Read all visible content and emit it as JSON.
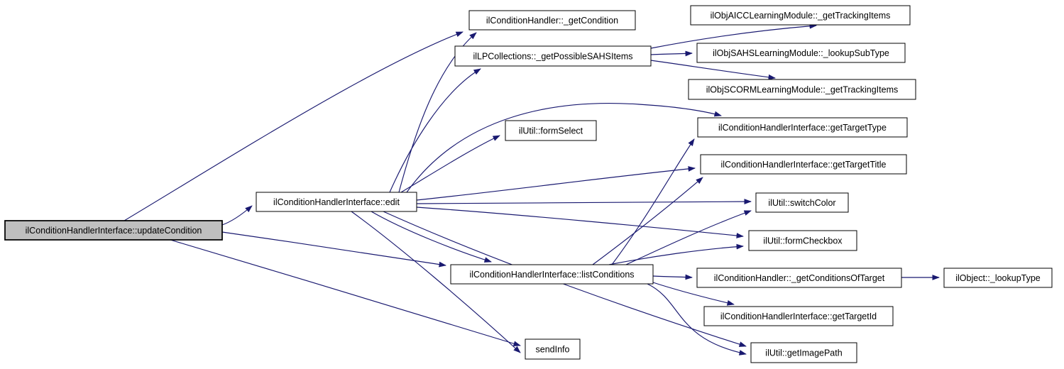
{
  "diagram": {
    "type": "call-graph",
    "root": "ilConditionHandlerInterface::updateCondition",
    "colors": {
      "edge": "#191970",
      "node_border": "#000000",
      "node_fill": "#ffffff",
      "root_fill": "#bfbfbf",
      "text": "#000000",
      "background": "#ffffff"
    },
    "nodes": {
      "updateCondition": {
        "label": "ilConditionHandlerInterface::updateCondition"
      },
      "edit": {
        "label": "ilConditionHandlerInterface::edit"
      },
      "getCondition": {
        "label": "ilConditionHandler::_getCondition"
      },
      "getPossibleSAHSItems": {
        "label": "ilLPCollections::_getPossibleSAHSItems"
      },
      "aiccGetTrackingItems": {
        "label": "ilObjAICCLearningModule::_getTrackingItems"
      },
      "sahsLookupSubType": {
        "label": "ilObjSAHSLearningModule::_lookupSubType"
      },
      "scormGetTrackingItems": {
        "label": "ilObjSCORMLearningModule::_getTrackingItems"
      },
      "formSelect": {
        "label": "ilUtil::formSelect"
      },
      "getTargetType": {
        "label": "ilConditionHandlerInterface::getTargetType"
      },
      "getTargetTitle": {
        "label": "ilConditionHandlerInterface::getTargetTitle"
      },
      "switchColor": {
        "label": "ilUtil::switchColor"
      },
      "formCheckbox": {
        "label": "ilUtil::formCheckbox"
      },
      "listConditions": {
        "label": "ilConditionHandlerInterface::listConditions"
      },
      "getConditionsOfTarget": {
        "label": "ilConditionHandler::_getConditionsOfTarget"
      },
      "lookupType": {
        "label": "ilObject::_lookupType"
      },
      "getTargetId": {
        "label": "ilConditionHandlerInterface::getTargetId"
      },
      "getImagePath": {
        "label": "ilUtil::getImagePath"
      },
      "sendInfo": {
        "label": "sendInfo"
      }
    },
    "edges": [
      {
        "from": "updateCondition",
        "to": "getCondition"
      },
      {
        "from": "updateCondition",
        "to": "edit"
      },
      {
        "from": "updateCondition",
        "to": "listConditions"
      },
      {
        "from": "updateCondition",
        "to": "sendInfo"
      },
      {
        "from": "edit",
        "to": "getCondition"
      },
      {
        "from": "edit",
        "to": "getPossibleSAHSItems"
      },
      {
        "from": "edit",
        "to": "getTargetType"
      },
      {
        "from": "edit",
        "to": "formSelect"
      },
      {
        "from": "edit",
        "to": "getTargetTitle"
      },
      {
        "from": "edit",
        "to": "switchColor"
      },
      {
        "from": "edit",
        "to": "formCheckbox"
      },
      {
        "from": "edit",
        "to": "listConditions"
      },
      {
        "from": "edit",
        "to": "sendInfo"
      },
      {
        "from": "edit",
        "to": "getImagePath"
      },
      {
        "from": "getPossibleSAHSItems",
        "to": "aiccGetTrackingItems"
      },
      {
        "from": "getPossibleSAHSItems",
        "to": "sahsLookupSubType"
      },
      {
        "from": "getPossibleSAHSItems",
        "to": "scormGetTrackingItems"
      },
      {
        "from": "listConditions",
        "to": "getTargetType"
      },
      {
        "from": "listConditions",
        "to": "getTargetTitle"
      },
      {
        "from": "listConditions",
        "to": "switchColor"
      },
      {
        "from": "listConditions",
        "to": "formCheckbox"
      },
      {
        "from": "listConditions",
        "to": "getConditionsOfTarget"
      },
      {
        "from": "listConditions",
        "to": "getTargetId"
      },
      {
        "from": "listConditions",
        "to": "getImagePath"
      },
      {
        "from": "getConditionsOfTarget",
        "to": "lookupType"
      }
    ]
  }
}
